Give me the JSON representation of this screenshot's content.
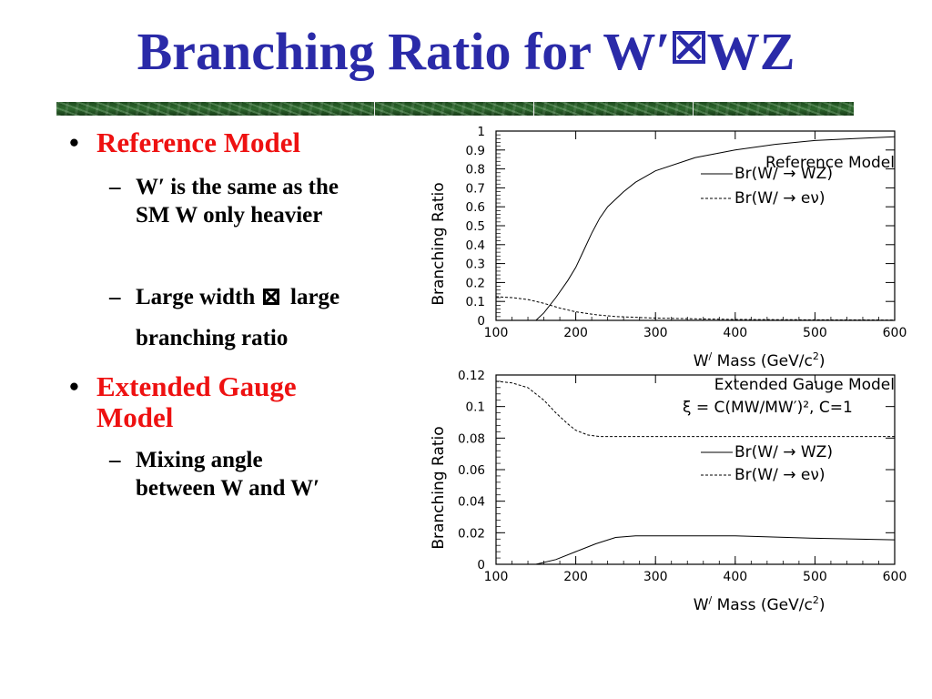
{
  "slide": {
    "title_before": "Branching Ratio for W",
    "title_prime": "′",
    "title_after": "WZ",
    "bullets": [
      {
        "text": "Reference Model",
        "subs": [
          {
            "lines": [
              "W′ is the same as the",
              "SM  W only heavier"
            ]
          },
          {
            "lines": [
              "Large width",
              "large",
              "branching ratio"
            ]
          }
        ]
      },
      {
        "text_lines": [
          "Extended Gauge",
          "Model"
        ],
        "subs": [
          {
            "lines": [
              "Mixing angle",
              "between W  and W′"
            ]
          }
        ]
      }
    ]
  },
  "chart_data": [
    {
      "type": "line",
      "title": "",
      "annotation": "Reference Model",
      "xlabel": "W/ Mass (GeV/c2)",
      "ylabel": "Branching Ratio",
      "xlim": [
        100,
        600
      ],
      "ylim": [
        0,
        1
      ],
      "xticks": [
        100,
        200,
        300,
        400,
        500,
        600
      ],
      "yticks": [
        0,
        0.1,
        0.2,
        0.3,
        0.4,
        0.5,
        0.6,
        0.7,
        0.8,
        0.9,
        1
      ],
      "ytick_labels": [
        "0",
        "0.1",
        "0.2",
        "0.3",
        "0.4",
        "0.5",
        "0.6",
        "0.7",
        "0.8",
        "0.9",
        "1"
      ],
      "legend_position": "top-right",
      "series": [
        {
          "name": "Br(W/ → WZ)",
          "style": "solid",
          "x": [
            150,
            160,
            175,
            190,
            200,
            210,
            220,
            230,
            240,
            250,
            260,
            275,
            300,
            350,
            400,
            450,
            500,
            550,
            600
          ],
          "y": [
            0,
            0.04,
            0.12,
            0.21,
            0.28,
            0.37,
            0.46,
            0.54,
            0.6,
            0.64,
            0.68,
            0.73,
            0.79,
            0.86,
            0.9,
            0.93,
            0.95,
            0.96,
            0.97
          ]
        },
        {
          "name": "Br(W/ → eν)",
          "style": "dashed",
          "x": [
            100,
            120,
            140,
            160,
            180,
            200,
            225,
            250,
            300,
            350,
            400,
            500,
            600
          ],
          "y": [
            0.125,
            0.12,
            0.11,
            0.09,
            0.065,
            0.045,
            0.03,
            0.02,
            0.012,
            0.008,
            0.005,
            0.003,
            0.002
          ]
        }
      ]
    },
    {
      "type": "line",
      "title": "",
      "annotation": "Extended Gauge Model",
      "formula": "ξ = C(MW/MW′)², C=1",
      "xlabel": "W/ Mass (GeV/c2)",
      "ylabel": "Branching Ratio",
      "xlim": [
        100,
        600
      ],
      "ylim": [
        0,
        0.12
      ],
      "xticks": [
        100,
        200,
        300,
        400,
        500,
        600
      ],
      "yticks": [
        0,
        0.02,
        0.04,
        0.06,
        0.08,
        0.1,
        0.12
      ],
      "ytick_labels": [
        "0",
        "0.02",
        "0.04",
        "0.06",
        "0.08",
        "0.1",
        "0.12"
      ],
      "legend_position": "right",
      "series": [
        {
          "name": "Br(W/ → WZ)",
          "style": "solid",
          "x": [
            150,
            175,
            200,
            225,
            250,
            275,
            300,
            400,
            500,
            600
          ],
          "y": [
            0,
            0.003,
            0.008,
            0.013,
            0.017,
            0.018,
            0.018,
            0.018,
            0.0165,
            0.0155
          ]
        },
        {
          "name": "Br(W/ → eν)",
          "style": "dashed",
          "x": [
            100,
            120,
            140,
            160,
            175,
            190,
            200,
            215,
            230,
            260,
            300,
            400,
            500,
            600
          ],
          "y": [
            0.116,
            0.115,
            0.112,
            0.104,
            0.096,
            0.089,
            0.085,
            0.082,
            0.081,
            0.081,
            0.081,
            0.081,
            0.081,
            0.081
          ]
        }
      ]
    }
  ]
}
